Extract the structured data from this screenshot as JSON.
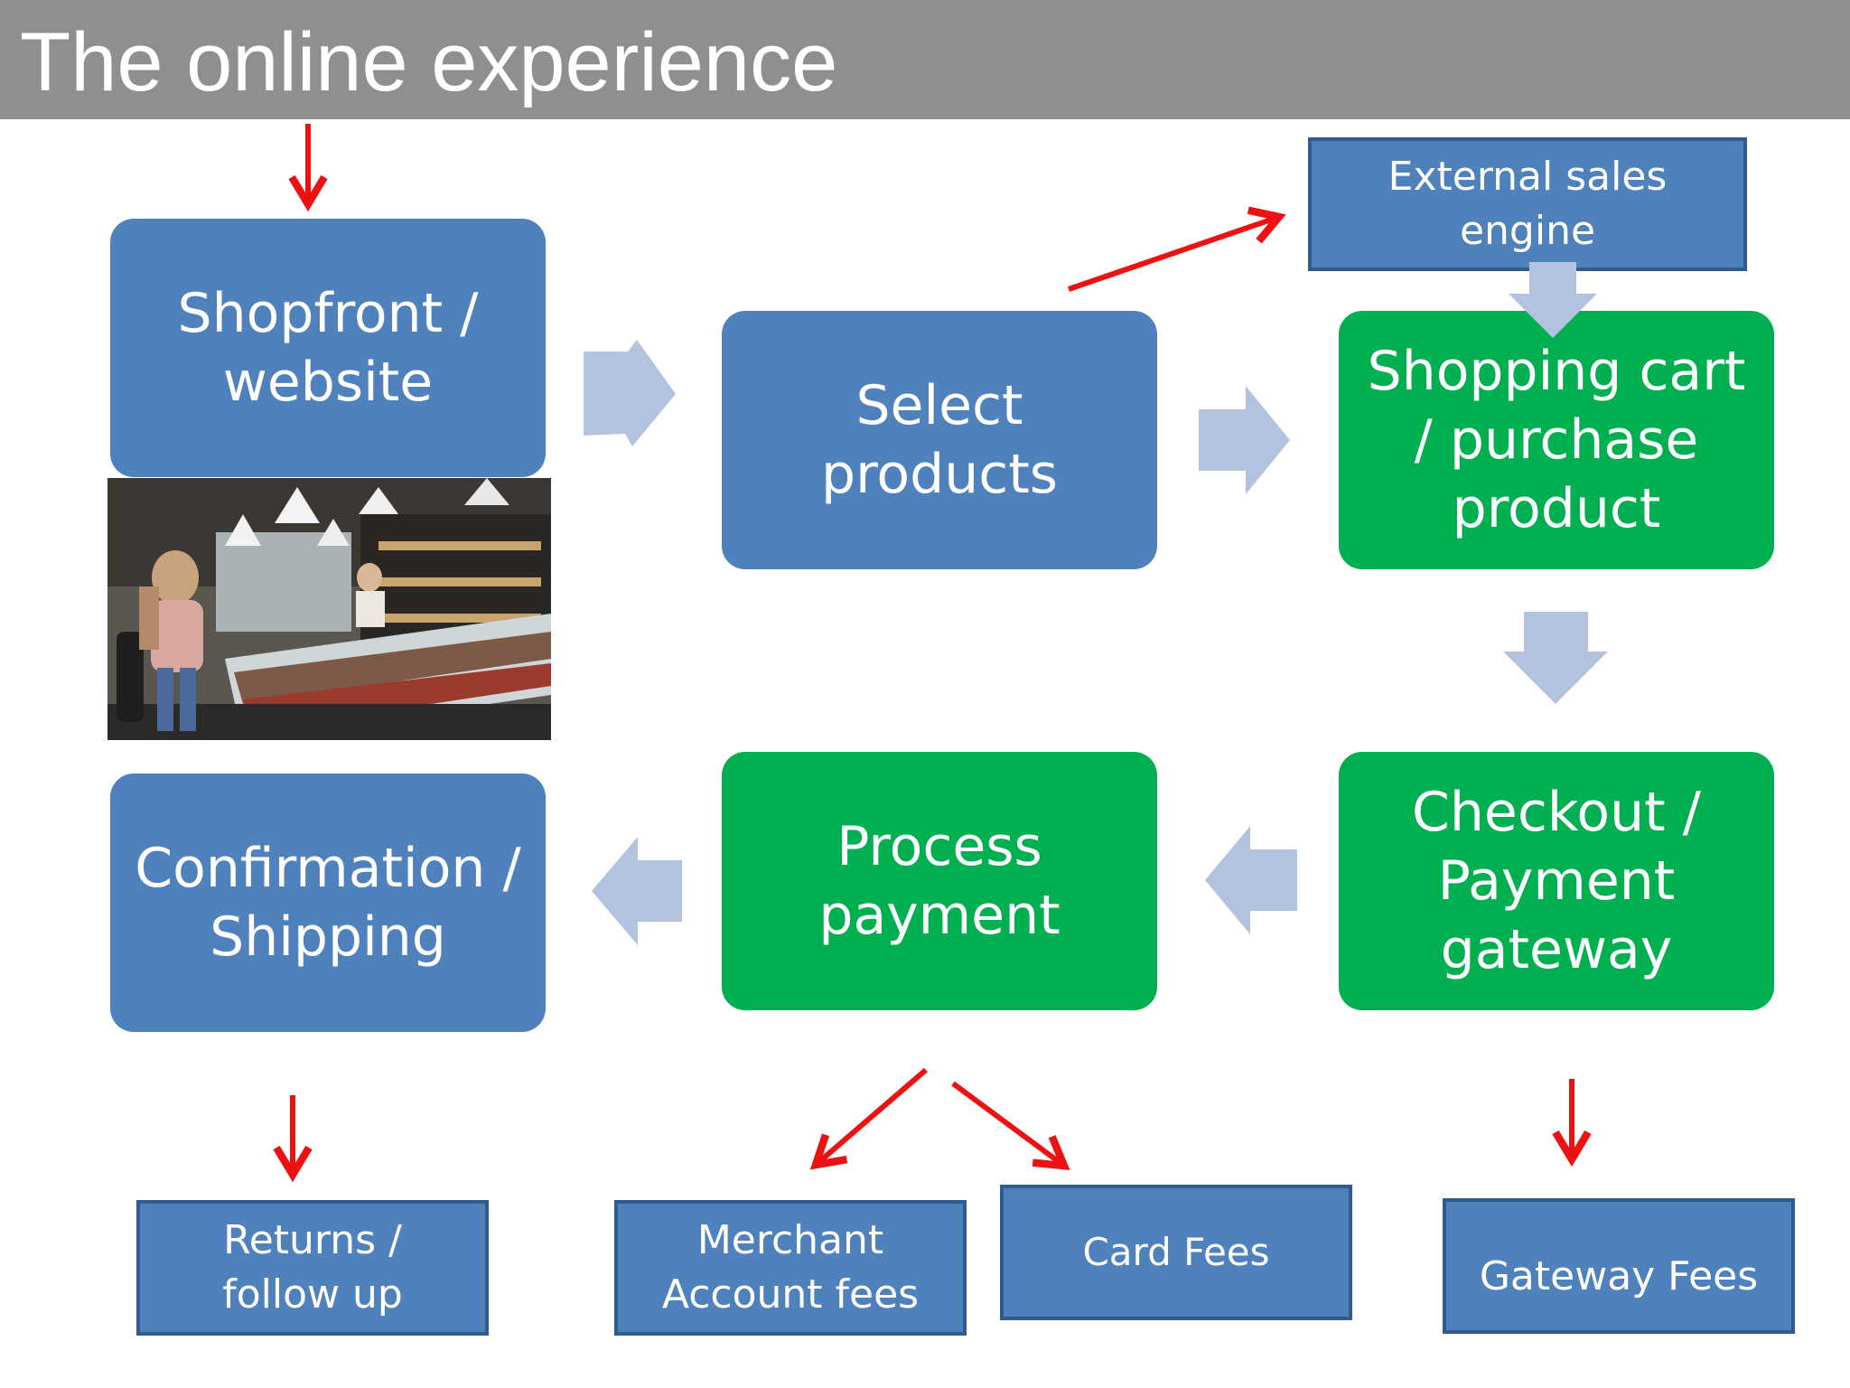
{
  "title": "The online experience",
  "nodes": {
    "shopfront": "Shopfront / website",
    "select_products": "Select products",
    "shopping_cart": "Shopping cart / purchase product",
    "external_sales_engine": "External sales engine",
    "checkout": "Checkout / Payment gateway",
    "process_payment": "Process payment",
    "confirmation": "Confirmation / Shipping",
    "returns": "Returns / follow up",
    "merchant_fees": "Merchant Account fees",
    "card_fees": "Card Fees",
    "gateway_fees": "Gateway Fees"
  },
  "colors": {
    "blue_box": "#4f81bd",
    "green_box": "#00b050",
    "flow_arrow": "#b3c3df",
    "red_arrow": "#ee1111",
    "title_bar": "#8f8f8f"
  }
}
